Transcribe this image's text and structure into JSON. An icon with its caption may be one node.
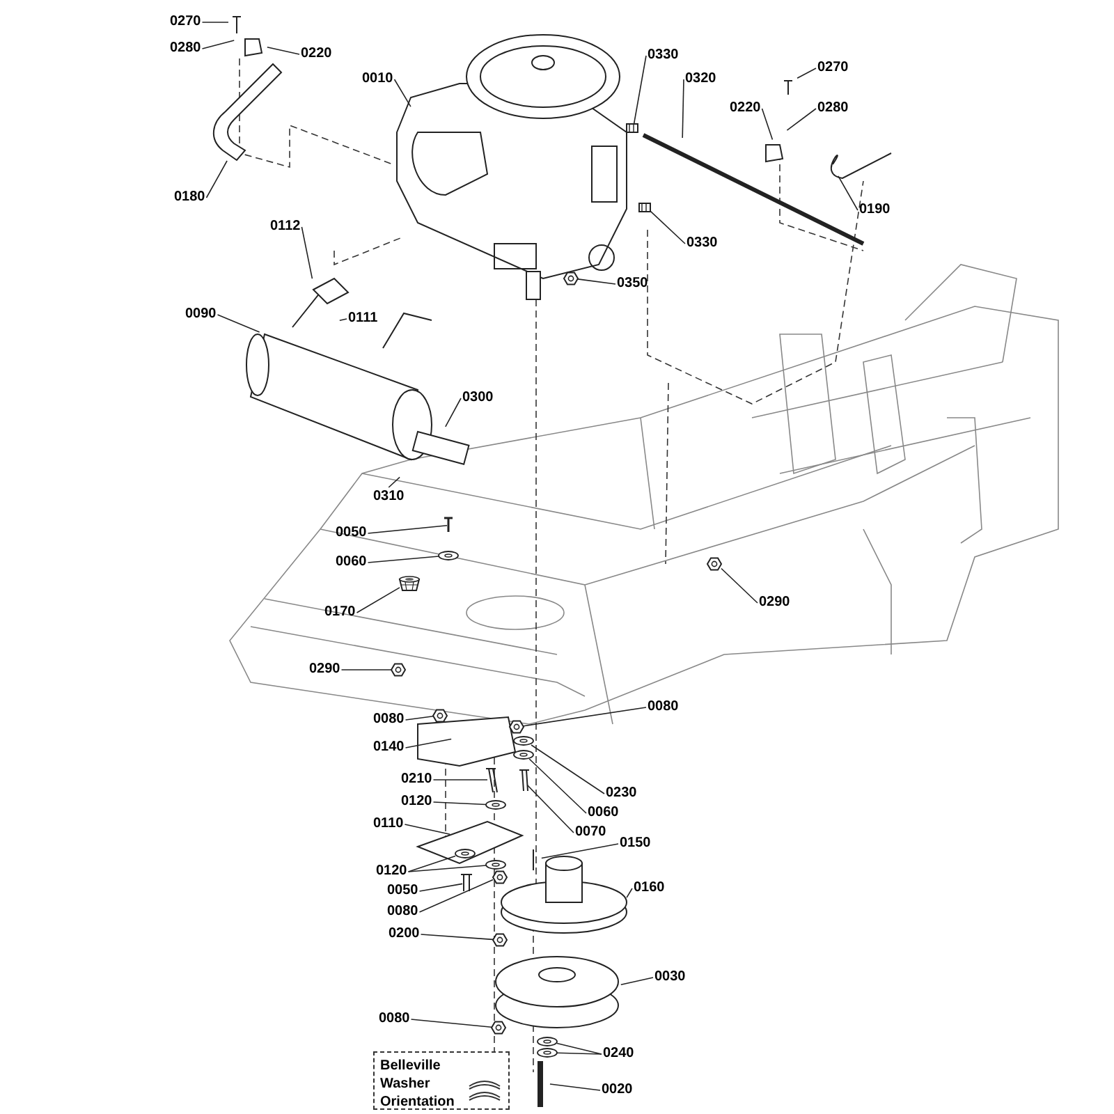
{
  "diagram": {
    "nodes": [
      {
        "text": [
          "0270"
        ]
      },
      {
        "text": [
          "0280"
        ]
      },
      {
        "text": [
          "0220"
        ]
      },
      {
        "text": [
          "0180"
        ]
      },
      {
        "text": [
          "0010"
        ]
      },
      {
        "text": [
          "0330"
        ]
      },
      {
        "text": [
          "0320"
        ]
      },
      {
        "text": [
          "0270"
        ]
      },
      {
        "text": [
          "0280"
        ]
      },
      {
        "text": [
          "0220"
        ]
      },
      {
        "text": [
          "0190"
        ]
      },
      {
        "text": [
          "0112"
        ]
      },
      {
        "text": [
          "0111"
        ]
      },
      {
        "text": [
          "0090"
        ]
      },
      {
        "text": [
          "0330"
        ]
      },
      {
        "text": [
          "0350"
        ]
      },
      {
        "text": [
          "0300"
        ]
      },
      {
        "text": [
          "0310"
        ]
      },
      {
        "text": [
          "0050"
        ]
      },
      {
        "text": [
          "0060"
        ]
      },
      {
        "text": [
          "0170"
        ]
      },
      {
        "text": [
          "0290"
        ]
      },
      {
        "text": [
          "0290"
        ]
      },
      {
        "text": [
          "0080"
        ]
      },
      {
        "text": [
          "0080"
        ]
      },
      {
        "text": [
          "0140"
        ]
      },
      {
        "text": [
          "0210"
        ]
      },
      {
        "text": [
          "0230"
        ]
      },
      {
        "text": [
          "0120"
        ]
      },
      {
        "text": [
          "0060"
        ]
      },
      {
        "text": [
          "0070"
        ]
      },
      {
        "text": [
          "0110"
        ]
      },
      {
        "text": [
          "0150"
        ]
      },
      {
        "text": [
          "0120"
        ]
      },
      {
        "text": [
          "0050"
        ]
      },
      {
        "text": [
          "0080"
        ]
      },
      {
        "text": [
          "0160"
        ]
      },
      {
        "text": [
          "0200"
        ]
      },
      {
        "text": [
          "0030"
        ]
      },
      {
        "text": [
          "0080"
        ]
      },
      {
        "text": [
          "0240"
        ]
      },
      {
        "text": [
          "0020"
        ]
      },
      {
        "text": [
          "Belleville Washer Orientation"
        ]
      },
      {
        "text": [],
        "shape": "picture"
      },
      {
        "text": [],
        "shape": "picture"
      },
      {
        "text": [],
        "shape": "picture"
      },
      {
        "text": [],
        "shape": "picture"
      },
      {
        "text": [],
        "shape": "picture"
      },
      {
        "text": [],
        "shape": "picture"
      },
      {
        "text": [],
        "shape": "picture"
      },
      {
        "text": [],
        "shape": "picture"
      },
      {
        "text": [],
        "shape": "picture"
      },
      {
        "text": [],
        "shape": "picture"
      },
      {
        "text": [],
        "shape": "picture"
      },
      {
        "text": [],
        "shape": "picture"
      },
      {
        "text": [],
        "shape": "picture"
      },
      {
        "text": [],
        "shape": "picture"
      },
      {
        "text": [],
        "shape": "picture"
      },
      {
        "text": [],
        "shape": "picture"
      },
      {
        "text": [],
        "shape": "picture"
      },
      {
        "text": [],
        "shape": "picture"
      },
      {
        "text": [],
        "shape": "picture"
      }
    ],
    "edges": [
      {
        "from": 0,
        "to": null,
        "arrow": "none"
      },
      {
        "from": 1,
        "to": null,
        "arrow": "none"
      },
      {
        "from": 2,
        "to": null,
        "arrow": "none"
      },
      {
        "from": 3,
        "to": null,
        "arrow": "none"
      },
      {
        "from": 4,
        "to": null,
        "arrow": "none"
      },
      {
        "from": 5,
        "to": 43,
        "arrow": "none"
      },
      {
        "from": 6,
        "to": null,
        "arrow": "none"
      },
      {
        "from": 7,
        "to": null,
        "arrow": "none"
      },
      {
        "from": 8,
        "to": null,
        "arrow": "none"
      },
      {
        "from": 9,
        "to": null,
        "arrow": "none"
      },
      {
        "from": 10,
        "to": null,
        "arrow": "none"
      },
      {
        "from": 11,
        "to": null,
        "arrow": "none"
      },
      {
        "from": 12,
        "to": null,
        "arrow": "none"
      },
      {
        "from": 13,
        "to": null,
        "arrow": "none"
      },
      {
        "from": 14,
        "to": 44,
        "arrow": "none"
      },
      {
        "from": 15,
        "to": 45,
        "arrow": "none"
      },
      {
        "from": 16,
        "to": null,
        "arrow": "none"
      },
      {
        "from": 17,
        "to": null,
        "arrow": "none"
      },
      {
        "from": 18,
        "to": null,
        "arrow": "none"
      },
      {
        "from": 19,
        "to": 46,
        "arrow": "none"
      },
      {
        "from": 20,
        "to": 47,
        "arrow": "none"
      },
      {
        "from": 21,
        "to": 48,
        "arrow": "none"
      },
      {
        "from": 22,
        "to": 49,
        "arrow": "none"
      },
      {
        "from": 23,
        "to": 50,
        "arrow": "none"
      },
      {
        "from": 24,
        "to": 51,
        "arrow": "none"
      },
      {
        "from": 25,
        "to": null,
        "arrow": "none"
      },
      {
        "from": 26,
        "to": null,
        "arrow": "none"
      },
      {
        "from": 27,
        "to": 52,
        "arrow": "none"
      },
      {
        "from": 28,
        "to": 53,
        "arrow": "none"
      },
      {
        "from": 29,
        "to": 54,
        "arrow": "none"
      },
      {
        "from": 30,
        "to": null,
        "arrow": "none"
      },
      {
        "from": 31,
        "to": null,
        "arrow": "none"
      },
      {
        "from": 32,
        "to": null,
        "arrow": "none"
      },
      {
        "from": 33,
        "to": 55,
        "arrow": "none"
      },
      {
        "from": 33,
        "to": 56,
        "arrow": "none"
      },
      {
        "from": 34,
        "to": null,
        "arrow": "none"
      },
      {
        "from": 35,
        "to": 57,
        "arrow": "none"
      },
      {
        "from": 36,
        "to": null,
        "arrow": "none"
      },
      {
        "from": 37,
        "to": 58,
        "arrow": "none"
      },
      {
        "from": 38,
        "to": null,
        "arrow": "none"
      },
      {
        "from": 39,
        "to": 59,
        "arrow": "none"
      },
      {
        "from": 40,
        "to": 60,
        "arrow": "none"
      },
      {
        "from": 40,
        "to": 61,
        "arrow": "none"
      },
      {
        "from": 41,
        "to": null,
        "arrow": "none"
      }
    ]
  }
}
